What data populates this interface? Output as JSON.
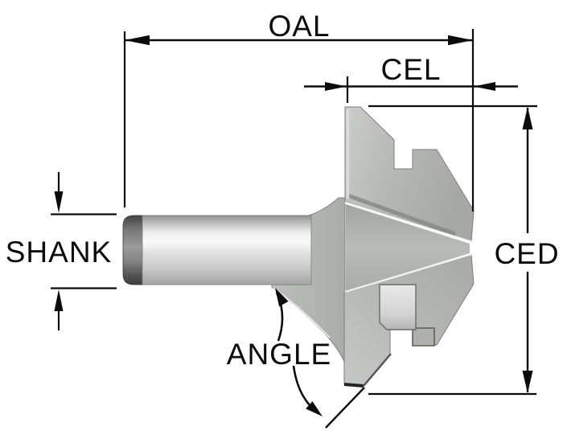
{
  "diagram": {
    "labels": {
      "oal": "OAL",
      "cel": "CEL",
      "ced": "CED",
      "shank": "SHANK",
      "angle": "ANGLE"
    },
    "colors": {
      "background": "#ffffff",
      "dimension_line": "#0c0c0c",
      "metal_light": "#f2f2f2",
      "metal_mid": "#b5b7b4",
      "metal_dark": "#3c3c3c"
    }
  }
}
